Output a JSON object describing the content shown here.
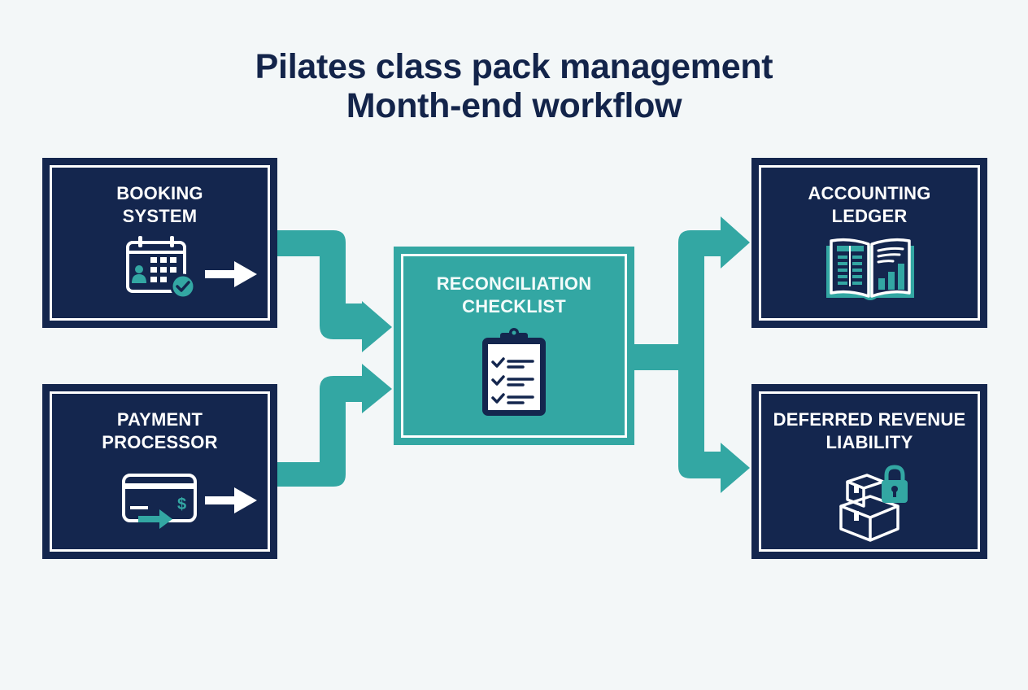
{
  "title": {
    "line1": "Pilates class pack management",
    "line2": "Month-end workflow"
  },
  "colors": {
    "background": "#f3f7f8",
    "navy": "#14264e",
    "teal": "#33a7a3",
    "white": "#ffffff",
    "title_text": "#13244a"
  },
  "nodes": {
    "booking_system": {
      "line1": "BOOKING",
      "line2": "SYSTEM",
      "icon": "calendar-check-icon"
    },
    "payment_processor": {
      "line1": "PAYMENT",
      "line2": "PROCESSOR",
      "icon": "credit-card-dollar-icon"
    },
    "reconciliation_checklist": {
      "line1": "RECONCILIATION",
      "line2": "CHECKLIST",
      "icon": "clipboard-checklist-icon"
    },
    "accounting_ledger": {
      "line1": "ACCOUNTING",
      "line2": "LEDGER",
      "icon": "open-ledger-book-icon"
    },
    "deferred_revenue_liability": {
      "line1": "DEFERRED REVENUE",
      "line2": "LIABILITY",
      "icon": "boxes-lock-icon"
    }
  },
  "edges": [
    {
      "from": "BOOKING SYSTEM",
      "to": "RECONCILIATION CHECKLIST"
    },
    {
      "from": "PAYMENT PROCESSOR",
      "to": "RECONCILIATION CHECKLIST"
    },
    {
      "from": "RECONCILIATION CHECKLIST",
      "to": "ACCOUNTING LEDGER"
    },
    {
      "from": "RECONCILIATION CHECKLIST",
      "to": "DEFERRED REVENUE LIABILITY"
    }
  ]
}
